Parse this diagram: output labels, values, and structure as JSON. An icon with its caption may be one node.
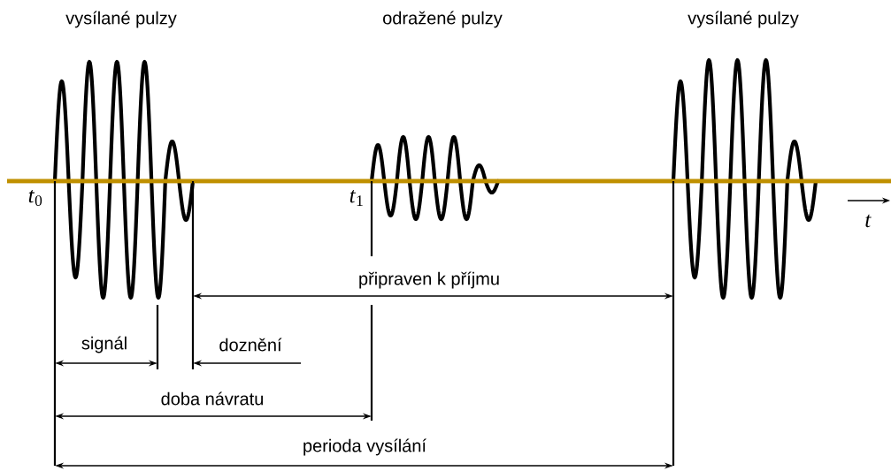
{
  "diagram": {
    "labels": [
      "vysílané pulzy",
      "odražené pulzy",
      "vysílané pulzy",
      "*t*$_{0}$",
      "*t*$_{1}$",
      "*t*",
      "připraven k příjmu",
      "signál",
      "doznění",
      "doba návratu",
      "perioda vysílání"
    ]
  }
}
